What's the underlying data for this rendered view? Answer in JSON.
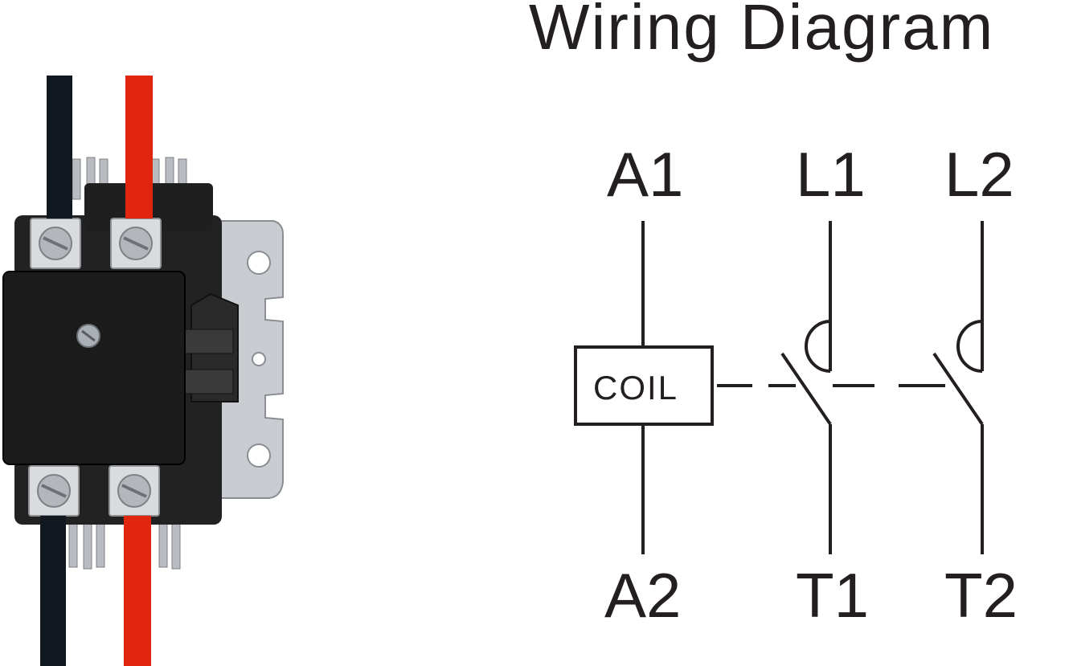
{
  "title": "Wiring Diagram",
  "terminals": {
    "a1": "A1",
    "l1": "L1",
    "l2": "L2",
    "a2": "A2",
    "t1": "T1",
    "t2": "T2"
  },
  "coil_label": "COIL",
  "colors": {
    "line": "#231f20",
    "black_wire": "#111820",
    "red_wire": "#e0260e",
    "contactor_body": "#1b1b1b",
    "bracket_metal": "#c9ccd0"
  },
  "icons": [
    "contactor-photo-icon"
  ]
}
